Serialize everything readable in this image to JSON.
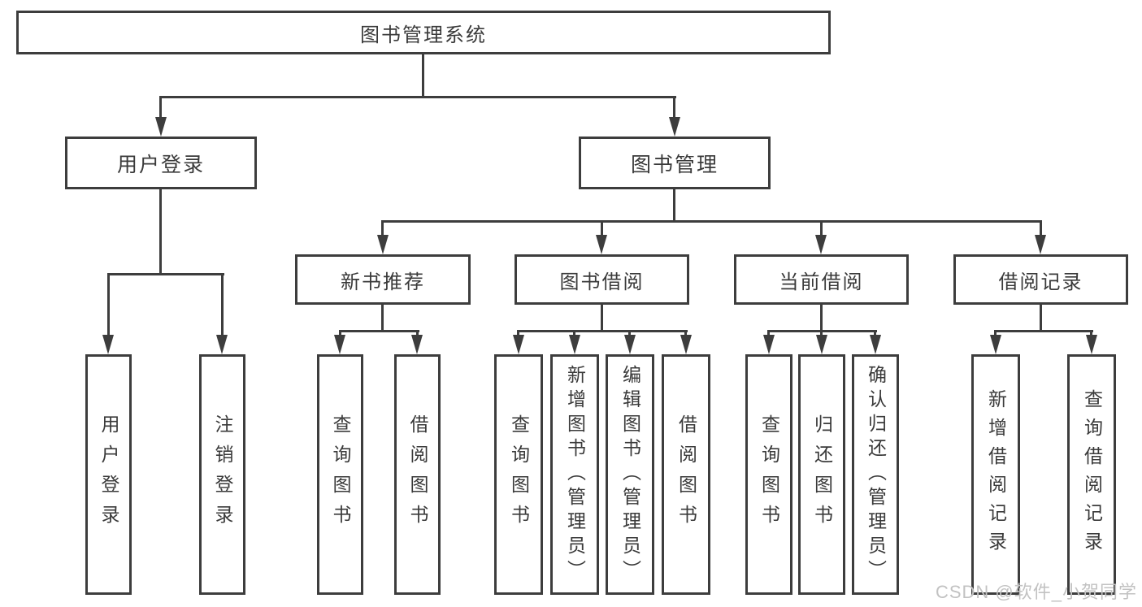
{
  "colors": {
    "line": "#3d3d3d",
    "text": "#3a3a3a",
    "watermark": "#c2c2c2",
    "background": "#ffffff"
  },
  "root": {
    "label": "图书管理系统"
  },
  "level2": [
    {
      "label": "用户登录"
    },
    {
      "label": "图书管理"
    }
  ],
  "level3": [
    {
      "label": "新书推荐"
    },
    {
      "label": "图书借阅"
    },
    {
      "label": "当前借阅"
    },
    {
      "label": "借阅记录"
    }
  ],
  "leaves": {
    "user_login": [
      "用户登录",
      "注销登录"
    ],
    "new_book_recommend": [
      "查询图书",
      "借阅图书"
    ],
    "book_borrow": [
      "查询图书",
      "新增图书（管理员）",
      "编辑图书（管理员）",
      "借阅图书"
    ],
    "current_borrow": [
      "查询图书",
      "归还图书",
      "确认归还（管理员）"
    ],
    "borrow_record": [
      "新增借阅记录",
      "查询借阅记录"
    ]
  },
  "watermark": "CSDN @软件_小贺同学"
}
